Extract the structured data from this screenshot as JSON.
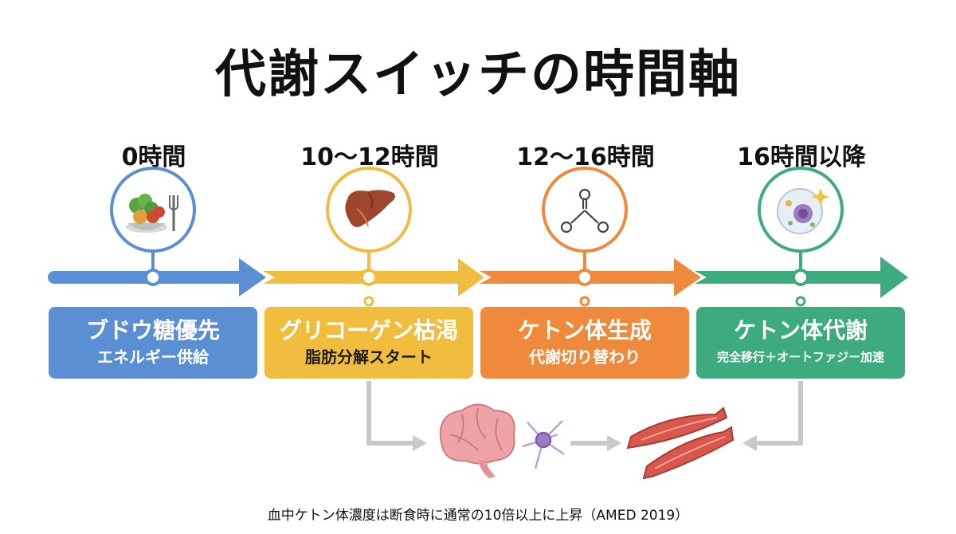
{
  "title": "代謝スイッチの時間軸",
  "stages": [
    {
      "time": "0時間",
      "main": "ブドウ糖優先",
      "sub": "エネルギー供給",
      "icon": "meal-icon",
      "color": "#5b8fd4"
    },
    {
      "time": "10〜12時間",
      "main": "グリコーゲン枯渇",
      "sub": "脂肪分解スタート",
      "icon": "liver-icon",
      "color": "#f1bd3e"
    },
    {
      "time": "12〜16時間",
      "main": "ケトン体生成",
      "sub": "代謝切り替わり",
      "icon": "ketone-molecule-icon",
      "color": "#ef8a3c"
    },
    {
      "time": "16時間以降",
      "main": "ケトン体代謝",
      "sub": "完全移行＋オートファジー加速",
      "icon": "cell-autophagy-icon",
      "color": "#3daa80"
    }
  ],
  "organ_icons": [
    "brain-icon",
    "neuron-icon",
    "muscle-icon"
  ],
  "footer": "血中ケトン体濃度は断食時に通常の10倍以上に上昇（AMED 2019）"
}
